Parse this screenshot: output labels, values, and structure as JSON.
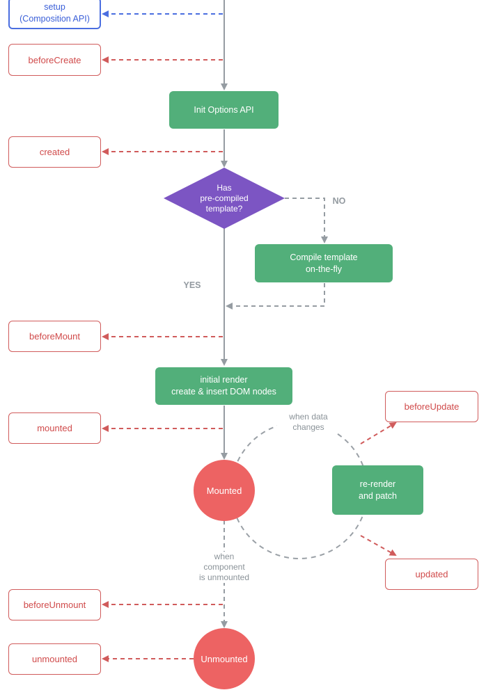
{
  "hooks": {
    "setup": "setup\n(Composition API)",
    "before_create": "beforeCreate",
    "created": "created",
    "before_mount": "beforeMount",
    "mounted": "mounted",
    "before_update": "beforeUpdate",
    "updated": "updated",
    "before_unmount": "beforeUnmount",
    "unmounted": "unmounted"
  },
  "process": {
    "init_options_api": "Init Options API",
    "compile_template": "Compile template\non-the-fly",
    "initial_render": "initial render\ncreate & insert DOM nodes",
    "re_render": "re-render\nand patch"
  },
  "decision": {
    "precompiled_template": "Has\npre-compiled\ntemplate?",
    "no": "NO",
    "yes": "YES"
  },
  "states": {
    "mounted": "Mounted",
    "unmounted": "Unmounted"
  },
  "labels": {
    "when_data_changes": "when data\nchanges",
    "when_component_unmounted": "when\ncomponent\nis unmounted"
  },
  "colors": {
    "flow_line": "#959ca2",
    "hook_line": "#d05b5b",
    "composition_line": "#4a6ee0",
    "process_fill": "#52af7a",
    "decision_fill": "#7c55c3",
    "state_fill": "#ed6363",
    "loop_line": "#9aa0a6"
  }
}
